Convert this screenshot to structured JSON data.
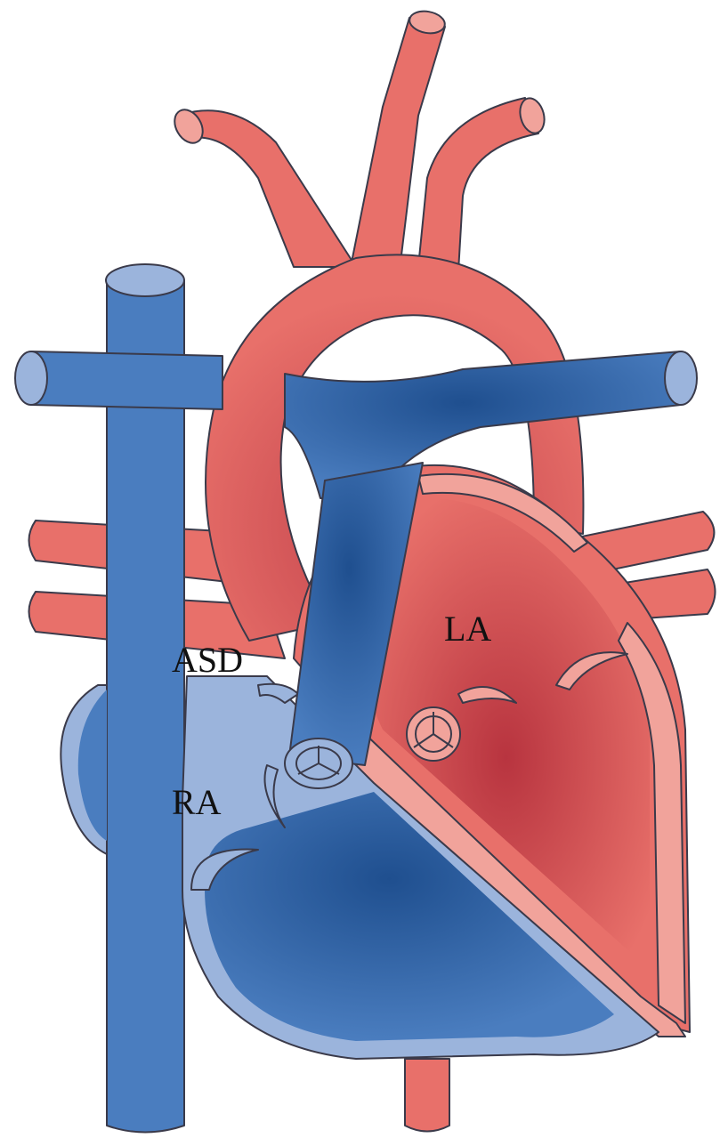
{
  "labels": {
    "la": "LA",
    "asd": "ASD",
    "ra": "RA"
  },
  "colors": {
    "oxygenated": "#e8706a",
    "oxygenated_dark": "#c2414a",
    "oxygenated_light": "#f1a39b",
    "deoxygenated": "#3f73b5",
    "deoxygenated_dark": "#1f4f8f",
    "deoxygenated_light": "#9bb4dc",
    "outline": "#3a3a4a"
  }
}
